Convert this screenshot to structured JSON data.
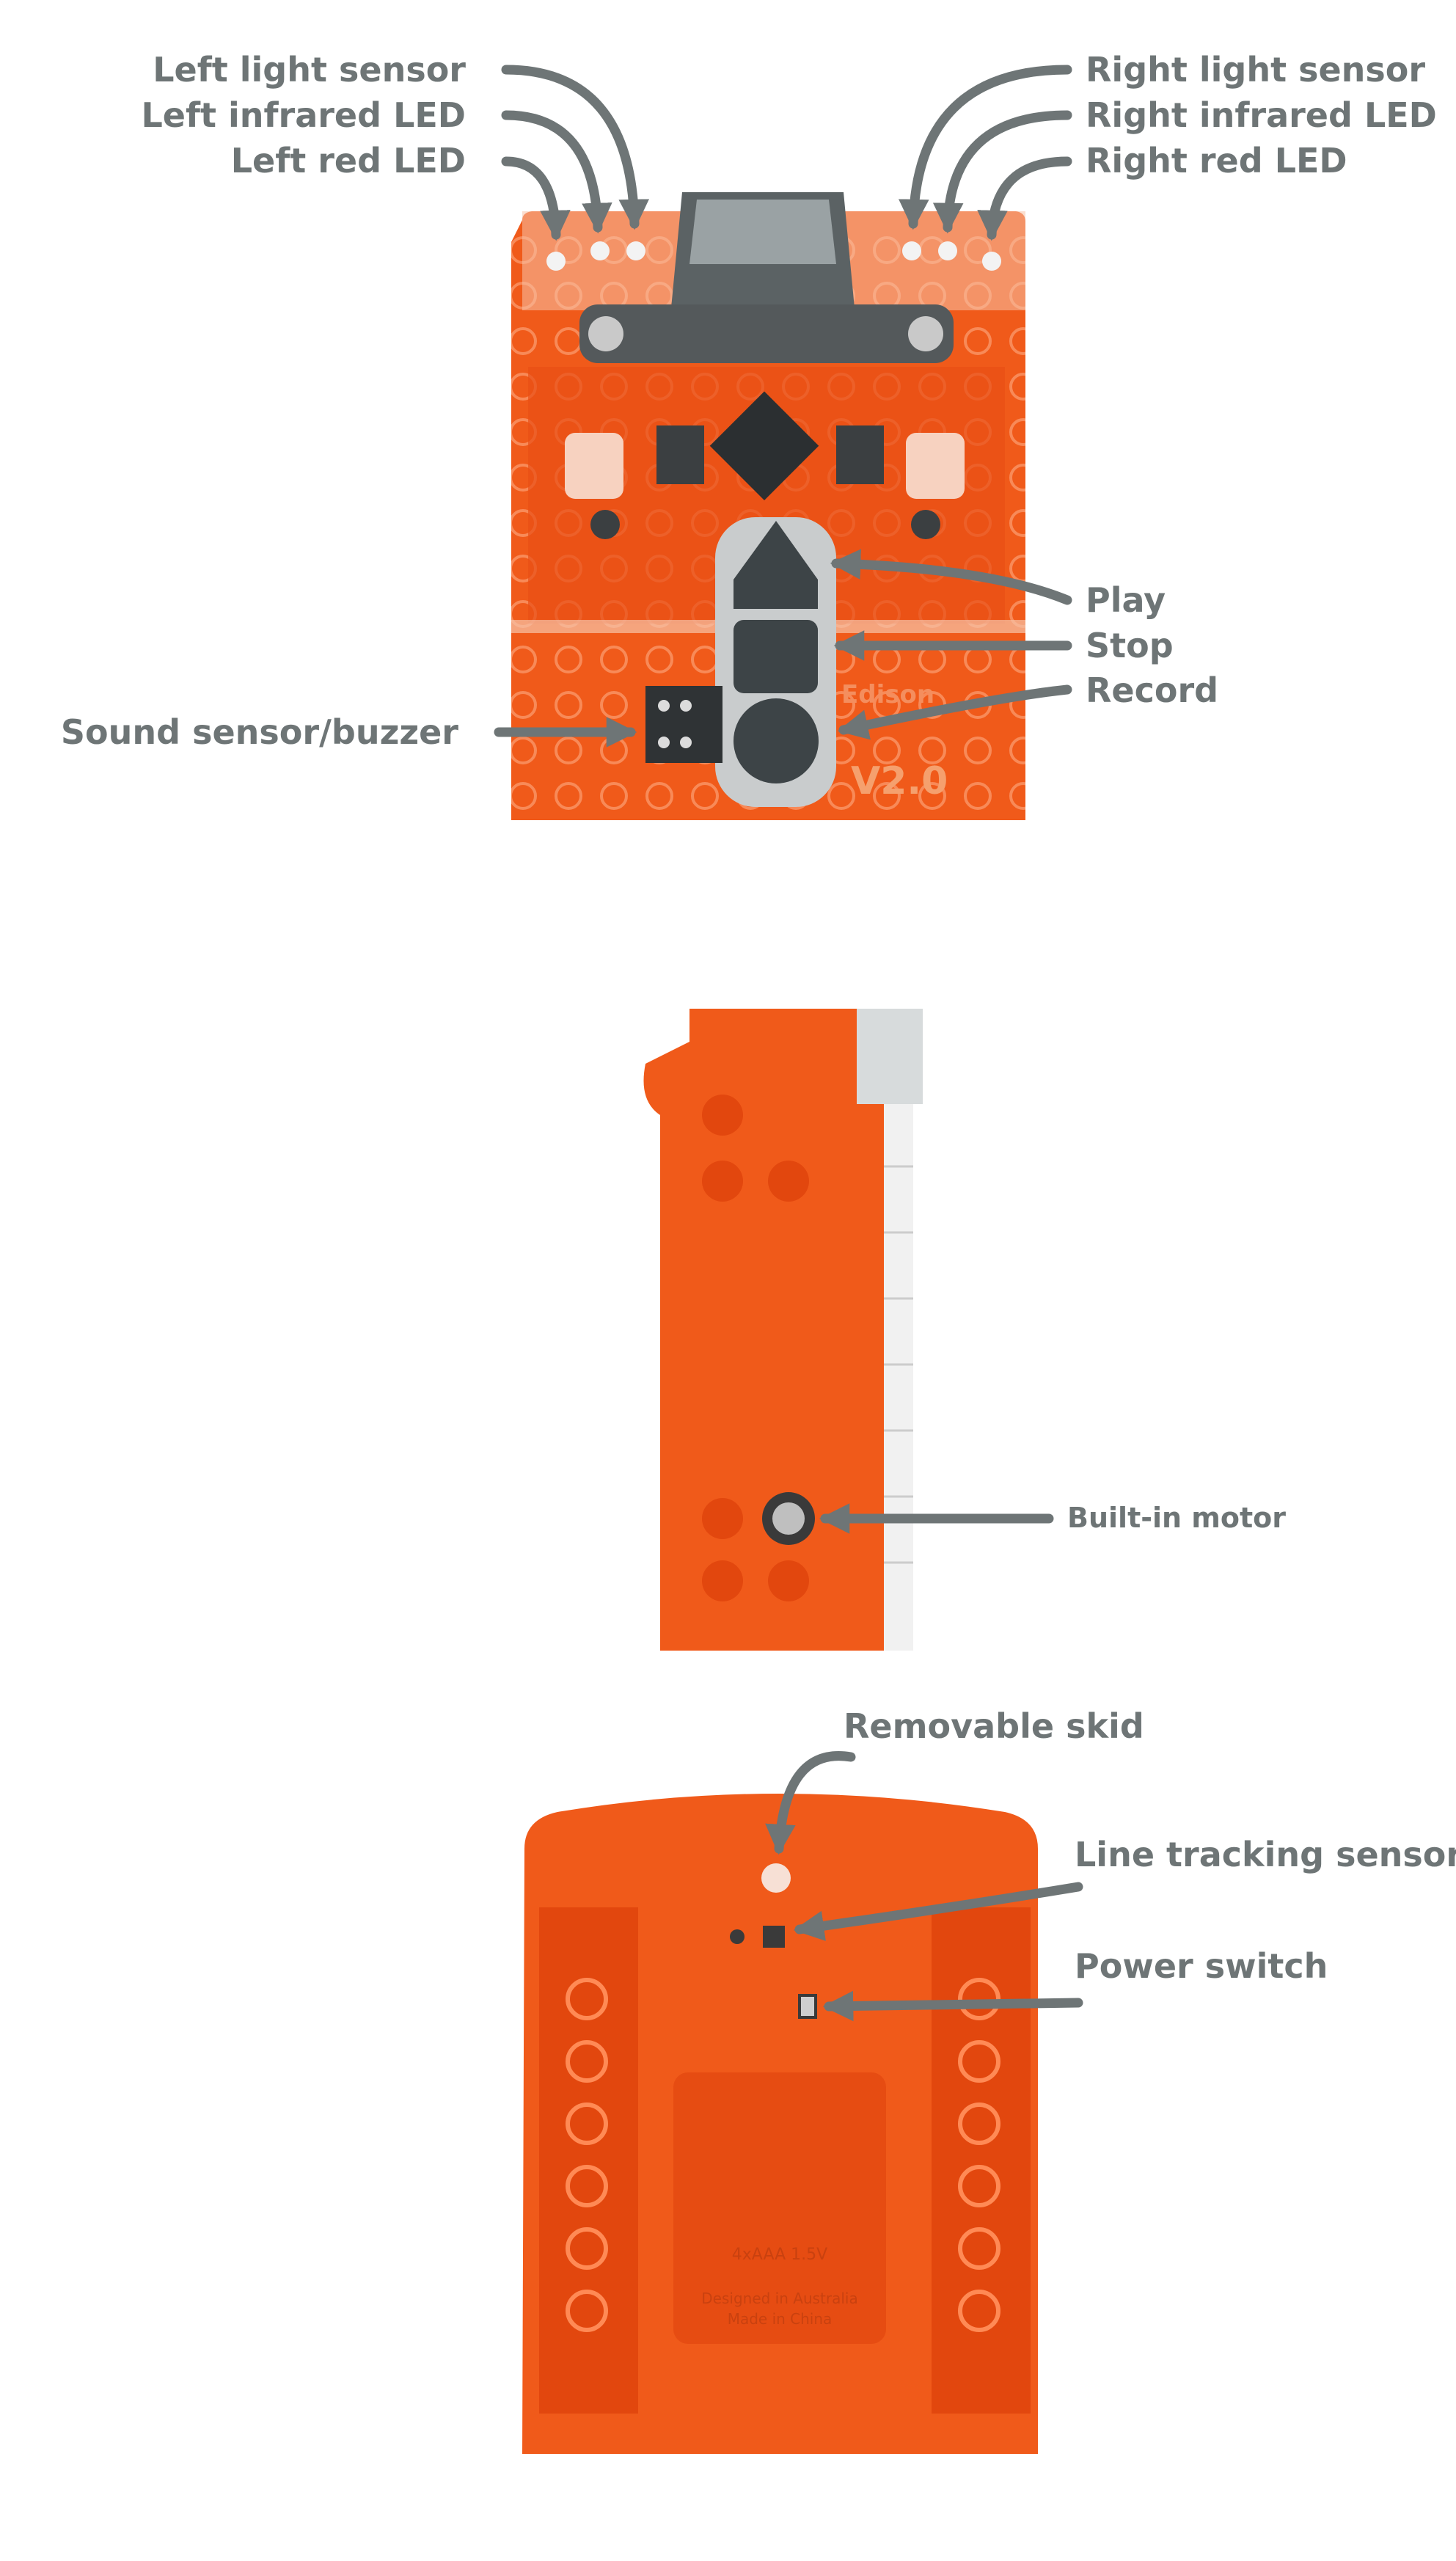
{
  "labels": {
    "left_light_sensor": "Left light sensor",
    "left_infrared_led": "Left infrared LED",
    "left_red_led": "Left red LED",
    "right_light_sensor": "Right light sensor",
    "right_infrared_led": "Right infrared LED",
    "right_red_led": "Right red LED",
    "play": "Play",
    "stop": "Stop",
    "record": "Record",
    "sound_sensor_buzzer": "Sound sensor/buzzer",
    "built_in_motor": "Built-in motor",
    "removable_skid": "Removable skid",
    "line_tracking_sensor": "Line tracking sensor",
    "power_switch": "Power switch"
  },
  "board_marking": {
    "brand": "Edison",
    "version": "V2.0"
  },
  "bottom_marking": {
    "battery": "4xAAA 1.5V",
    "designed": "Designed in Australia",
    "made": "Made in China"
  },
  "colors": {
    "label_text": "#6e7576",
    "arrow": "#6e7576",
    "robot_orange": "#f05a1a",
    "button_dark": "#3d4447"
  }
}
